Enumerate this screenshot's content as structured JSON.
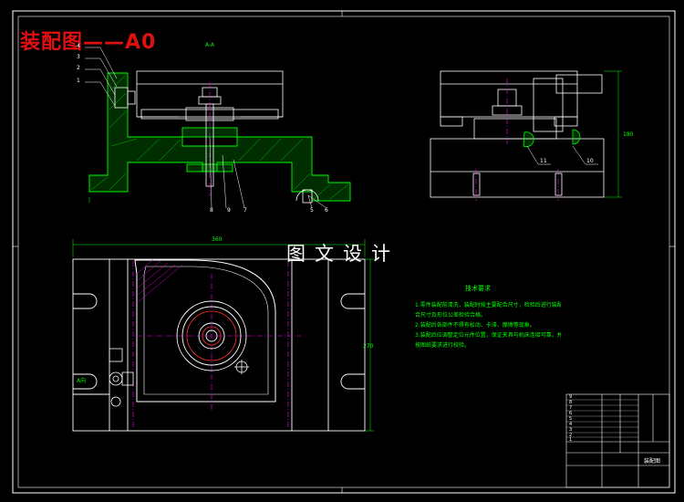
{
  "drawing": {
    "title": "装配图——A0",
    "watermark": "图文设计",
    "section_label": "A-A",
    "view_label_k": "A向",
    "tech_requirements": {
      "title": "技术要求",
      "items": [
        "1.零件装配前清洗，装配时按主要配合尺寸，检验后进行装配",
        "  合尺寸及形位公差检验合格。",
        "2.装配后各部件不得有松动、卡滞、摩擦等现象。",
        "3.装配后应调整定位元件位置，保证夹具与机床连接可靠，并",
        "  按图纸要求进行校验。"
      ]
    },
    "part_numbers": {
      "p1": "1",
      "p2": "2",
      "p3": "3",
      "p4": "4",
      "p5": "5",
      "p6": "6",
      "p7": "7",
      "p8": "8",
      "p9": "9",
      "p10": "10",
      "p11": "11"
    },
    "dim_labels": {
      "overall_width": "360",
      "height_right": "180",
      "height_plan": "270"
    }
  },
  "colors": {
    "background": "#000000",
    "outline": "#ffffff",
    "hatch": "#00ff00",
    "dimension": "#00ff00",
    "center": "#ff00ff",
    "annotation": "#e01010",
    "title_block": "#ffffff"
  },
  "title_block": {
    "rows": [
      "9",
      "8",
      "7",
      "6",
      "5",
      "4",
      "3",
      "2",
      "1"
    ],
    "name": "装配图"
  }
}
